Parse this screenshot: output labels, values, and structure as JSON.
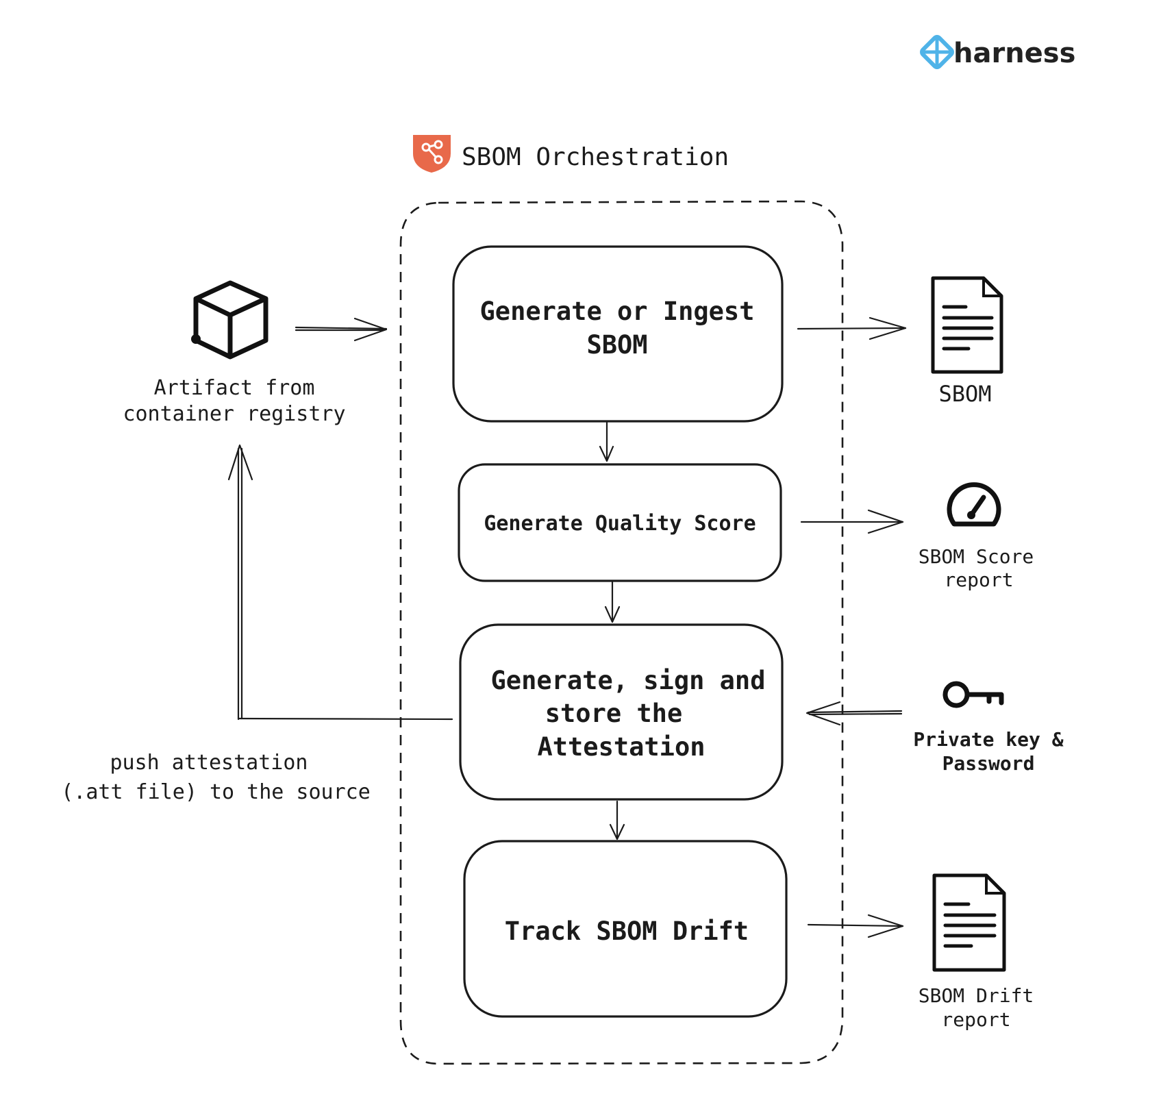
{
  "brand": {
    "name": "harness",
    "icon": "harness-logo-icon",
    "color": "#4fb3e8"
  },
  "title": {
    "text": "SBOM Orchestration",
    "icon": "sbom-shield-icon",
    "color": "#e8694a"
  },
  "steps": [
    {
      "lines": [
        "Generate or Ingest",
        "SBOM"
      ]
    },
    {
      "lines": [
        "Generate Quality Score"
      ]
    },
    {
      "lines": [
        "Generate, sign and",
        "store the",
        "Attestation"
      ]
    },
    {
      "lines": [
        "Track SBOM Drift"
      ]
    }
  ],
  "inputs": {
    "artifact": {
      "icon": "cube-icon",
      "lines": [
        "Artifact from",
        "container registry"
      ]
    },
    "key": {
      "icon": "key-icon",
      "lines": [
        "Private key &",
        "Password"
      ]
    }
  },
  "outputs": [
    {
      "icon": "document-icon",
      "lines": [
        "SBOM"
      ]
    },
    {
      "icon": "speedometer-icon",
      "lines": [
        "SBOM Score",
        "report"
      ]
    },
    {
      "icon": "document-icon",
      "lines": [
        "SBOM Drift",
        "report"
      ]
    }
  ],
  "feedback": {
    "lines": [
      "push attestation",
      "(.att file) to the source"
    ]
  }
}
